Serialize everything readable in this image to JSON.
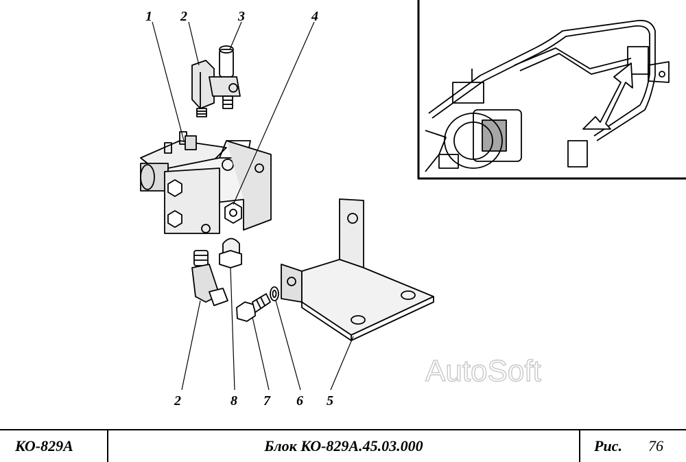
{
  "callouts": [
    "1",
    "2",
    "3",
    "4",
    "2",
    "8",
    "7",
    "6",
    "5"
  ],
  "watermark": "AutoSoft",
  "footer": {
    "model": "КО-829А",
    "title": "Блок КО-829А.45.03.000",
    "fig_label": "Рис.",
    "fig_number": "76"
  }
}
